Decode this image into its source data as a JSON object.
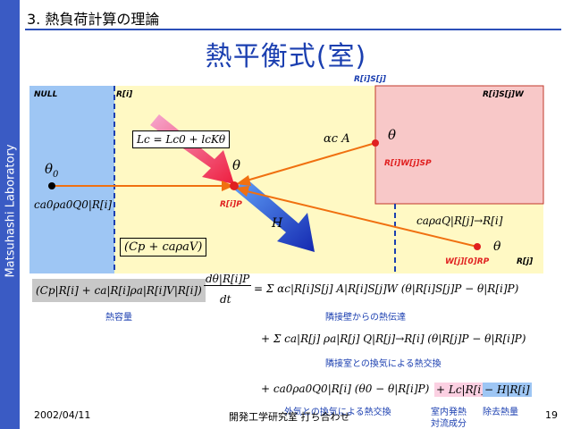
{
  "sidebar": {
    "text": "Matsuhashi Laboratory"
  },
  "header": {
    "title": "3. 熱負荷計算の理論"
  },
  "slide": {
    "title": "熱平衡式(室)"
  },
  "diagram": {
    "label_null": "NULL",
    "label_ri_top": "R[i]",
    "label_risj": "R[i]S[j]",
    "label_risjw": "R[i]S[j]W",
    "label_risjsp": "R[i]W[j]SP",
    "label_rip": "R[i]P",
    "label_wjrp": "W[j][0]RP",
    "label_rj": "R[j]",
    "sym_theta0": "θ",
    "sym_theta0_sub": "0",
    "sym_theta_center": "θ",
    "sym_theta_wall": "θ",
    "sym_theta_rj": "θ",
    "sym_H": "H",
    "eq_Lc": "Lc = Lc0 + lcKθ",
    "eq_alphaA": "αc A",
    "eq_ca0": "ca0ρa0Q0|R[i]",
    "eq_ca_exch": "caρaQ|R[j]→R[i]",
    "eq_capacity": "(Cp + caρaV)"
  },
  "equation": {
    "lhs_capacity": "(Cp|R[i] + ca|R[i]ρa|R[i]V|R[i])",
    "lhs_deriv_num": "dθ|R[i]P",
    "lhs_deriv_den": "dt",
    "term1": "= Σ αc|R[i]S[j] A|R[i]S[j]W (θ|R[i]S[j]P − θ|R[i]P)",
    "term2": "+ Σ ca|R[j] ρa|R[j] Q|R[j]→R[i] (θ|R[j]P − θ|R[i]P)",
    "term3_a": "+ ca0ρa0Q0|R[i] (θ0 − θ|R[i]P)",
    "term3_b": "+ Lc|R[i]",
    "term3_c": "− H|R[i]"
  },
  "notes": {
    "capacity": "熱容量",
    "wall": "隣接壁からの熱伝達",
    "exchange": "隣接室との換気による熱交換",
    "outdoor": "外気との換気による熱交換",
    "internal_1": "室内発熱",
    "internal_2": "対流成分",
    "removed": "除去熱量"
  },
  "footer": {
    "date": "2002/04/11",
    "org": "開発工学研究室 打ち合わせ",
    "page": "19"
  },
  "colors": {
    "accent": "#1b3fb0",
    "blue_region": "#9ec6f4",
    "yellow_region": "#fff9c4",
    "wall_region": "#f8c8c8",
    "arrow": "#f07010"
  }
}
